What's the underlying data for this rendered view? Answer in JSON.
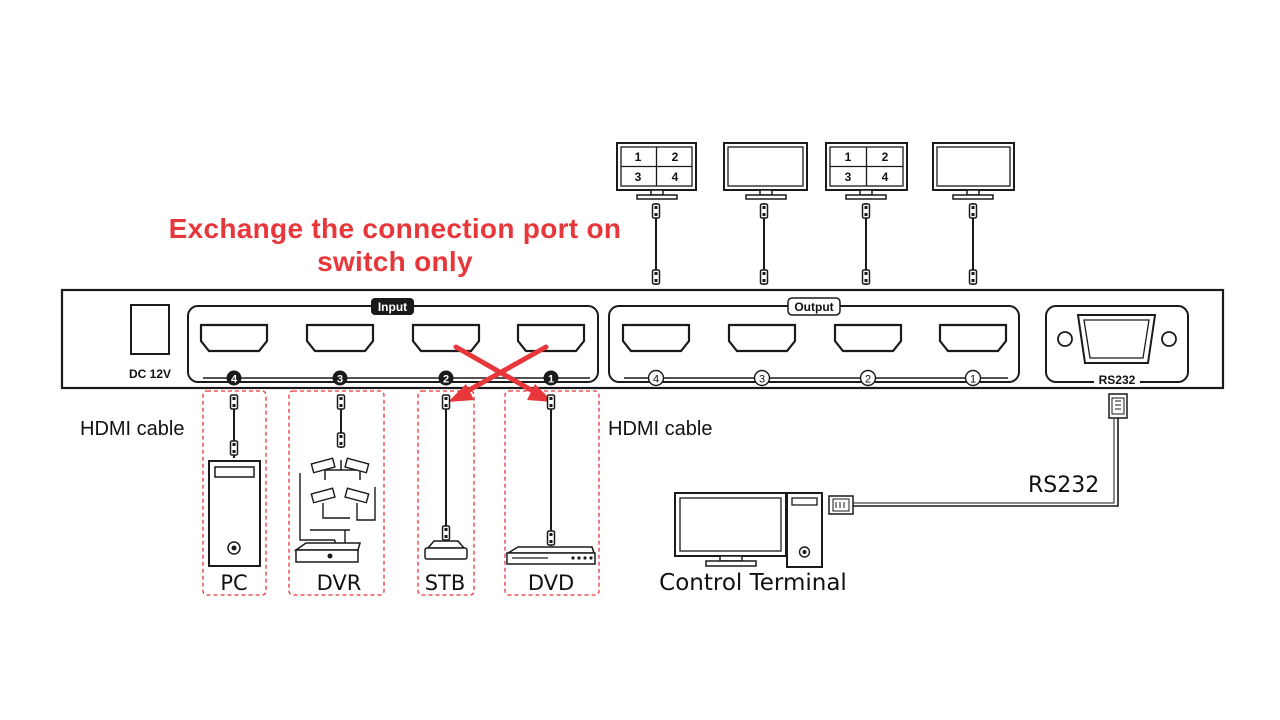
{
  "headline": "Exchange the connection port on switch only",
  "device": {
    "dc_label": "DC 12V",
    "input_label": "Input",
    "output_label": "Output",
    "rs232_port_label": "RS232",
    "input_ports": [
      "4",
      "3",
      "2",
      "1"
    ],
    "output_ports": [
      "4",
      "3",
      "2",
      "1"
    ]
  },
  "monitors": [
    {
      "grid": [
        "1",
        "2",
        "3",
        "4"
      ]
    },
    {
      "grid": []
    },
    {
      "grid": [
        "1",
        "2",
        "3",
        "4"
      ]
    },
    {
      "grid": []
    }
  ],
  "cables": {
    "left_label": "HDMI cable",
    "right_label": "HDMI cable",
    "rs232_label": "RS232"
  },
  "sources": [
    {
      "name": "PC"
    },
    {
      "name": "DVR"
    },
    {
      "name": "STB"
    },
    {
      "name": "DVD"
    }
  ],
  "control": {
    "label": "Control Terminal"
  },
  "colors": {
    "accent": "#e8373b",
    "line": "#1a1a1a"
  },
  "icons": [
    "hdmi-port-icon",
    "monitor-icon",
    "pc-tower-icon",
    "cctv-camera-icon",
    "dvr-box-icon",
    "set-top-box-icon",
    "dvd-player-icon",
    "db9-connector-icon",
    "desktop-computer-icon",
    "swap-arrows-icon"
  ]
}
